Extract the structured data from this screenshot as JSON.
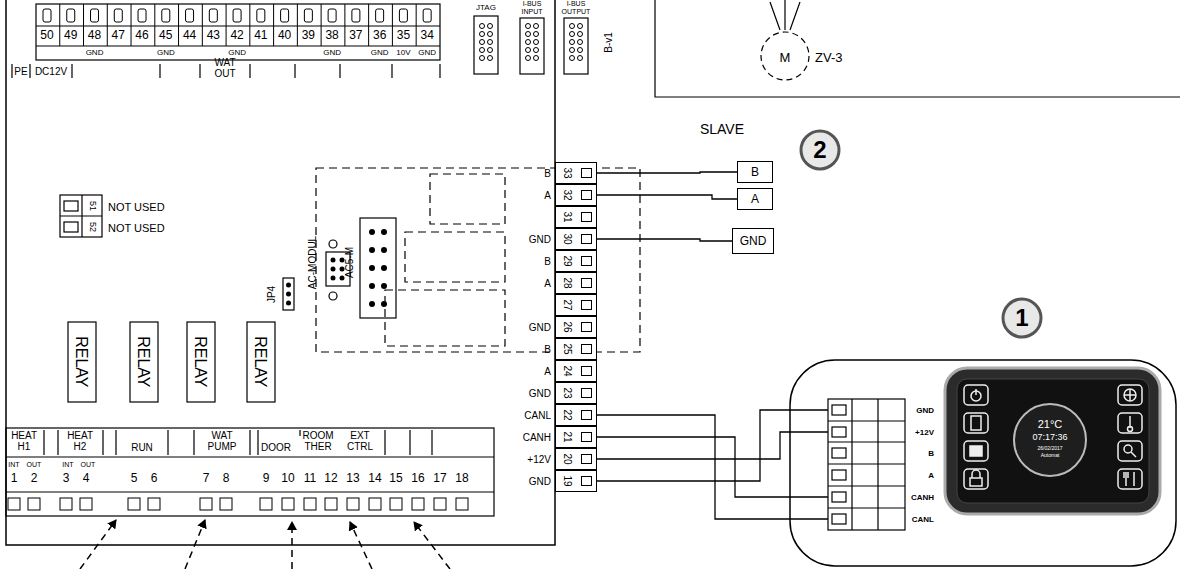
{
  "diagram": {
    "nodes": [
      {
        "text": [
          "33"
        ]
      },
      {
        "text": [
          "32"
        ]
      },
      {
        "text": [
          "31"
        ]
      },
      {
        "text": [
          "30"
        ]
      },
      {
        "text": [
          "29"
        ]
      },
      {
        "text": [
          "28"
        ]
      },
      {
        "text": [
          "27"
        ]
      },
      {
        "text": [
          "26"
        ]
      },
      {
        "text": [
          "25"
        ]
      },
      {
        "text": [
          "24"
        ]
      },
      {
        "text": [
          "23"
        ]
      },
      {
        "text": [
          "22"
        ]
      },
      {
        "text": [
          "21"
        ]
      },
      {
        "text": [
          "20"
        ]
      },
      {
        "text": [
          "19"
        ]
      },
      {
        "text": [
          "B"
        ]
      },
      {
        "text": [
          "A"
        ]
      },
      {
        "text": [
          "GND"
        ]
      },
      {
        "text": [
          "GND"
        ]
      },
      {
        "text": [
          "+12V"
        ]
      },
      {
        "text": [
          "B"
        ]
      },
      {
        "text": [
          "A"
        ]
      },
      {
        "text": [
          "CANH"
        ]
      },
      {
        "text": [
          "CANL"
        ]
      }
    ],
    "edges": [
      {
        "from": 0,
        "to": 15,
        "arrow": "none"
      },
      {
        "from": 1,
        "to": 16,
        "arrow": "none"
      },
      {
        "from": 3,
        "to": 17,
        "arrow": "none"
      },
      {
        "from": 11,
        "to": 23,
        "arrow": "none"
      },
      {
        "from": 12,
        "to": 22,
        "arrow": "none"
      },
      {
        "from": 13,
        "to": 19,
        "arrow": "none"
      },
      {
        "from": 14,
        "to": 18,
        "arrow": "none"
      }
    ],
    "labels": [
      "50",
      "49",
      "48",
      "47",
      "46",
      "45",
      "44",
      "43",
      "42",
      "41",
      "40",
      "39",
      "38",
      "37",
      "36",
      "35",
      "34",
      "GND",
      "GND",
      "GND",
      "GND",
      "GND",
      "10V",
      "GND",
      "PE",
      "DC12V",
      "WAT OUT",
      "JTAG",
      "I-BUS INPUT",
      "I-BUS OUTPUT",
      "B-v1",
      "51",
      "52",
      "NOT USED",
      "NOT USED",
      "JP4",
      "AC-MODUL",
      "AC5-M",
      "RELAY",
      "RELAY",
      "RELAY",
      "RELAY",
      "HEAT H1",
      "INT",
      "OUT",
      "HEAT H2",
      "INT",
      "OUT",
      "RUN",
      "WAT PUMP",
      "DOOR",
      "ROOM THER",
      "EXT CTRL",
      "1",
      "2",
      "3",
      "4",
      "5",
      "6",
      "7",
      "8",
      "9",
      "10",
      "11",
      "12",
      "13",
      "14",
      "15",
      "16",
      "17",
      "18",
      "B",
      "A",
      "GND",
      "B",
      "A",
      "GND",
      "B",
      "A",
      "GND",
      "CANL",
      "CANH",
      "+12V",
      "GND",
      "SLAVE",
      "2",
      "1",
      "M",
      "ZV-3",
      "21°C",
      "07:17:36",
      "26/02/2017",
      "Automat"
    ]
  }
}
